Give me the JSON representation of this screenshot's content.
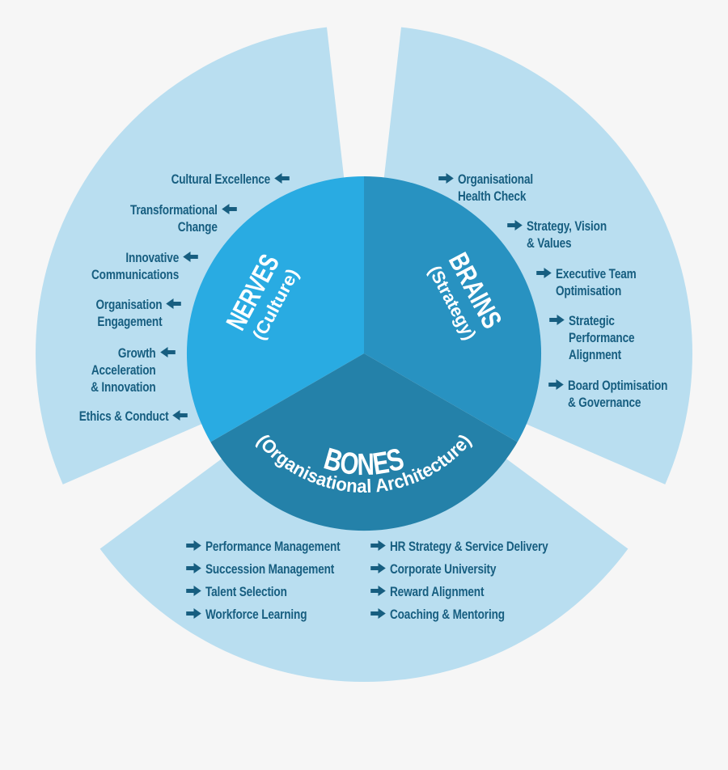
{
  "palette": {
    "background": "#f6f6f6",
    "outer_sector": "#b9def0",
    "nerves_wedge": "#29abe2",
    "brains_wedge": "#2892c1",
    "bones_wedge": "#2481a9",
    "item_text": "#175e80",
    "label_text": "#ffffff"
  },
  "segments": {
    "nerves": {
      "title": "NERVES",
      "subtitle": "(Culture)",
      "items": [
        "Cultural Excellence",
        "Transformational\nChange",
        "Innovative\nCommunications",
        "Organisation\nEngagement",
        "Growth\nAcceleration\n& Innovation",
        "Ethics & Conduct"
      ]
    },
    "brains": {
      "title": "BRAINS",
      "subtitle": "(Strategy)",
      "items": [
        "Organisational\nHealth Check",
        "Strategy, Vision\n& Values",
        "Executive Team\nOptimisation",
        "Strategic\nPerformance\nAlignment",
        "Board Optimisation\n& Governance"
      ]
    },
    "bones": {
      "title": "BONES",
      "subtitle": "(Organisational Architecture)",
      "items_left": [
        "Performance Management",
        "Succession Management",
        "Talent Selection",
        "Workforce Learning"
      ],
      "items_right": [
        "HR Strategy & Service Delivery",
        "Corporate University",
        "Reward Alignment",
        "Coaching & Mentoring"
      ]
    }
  }
}
